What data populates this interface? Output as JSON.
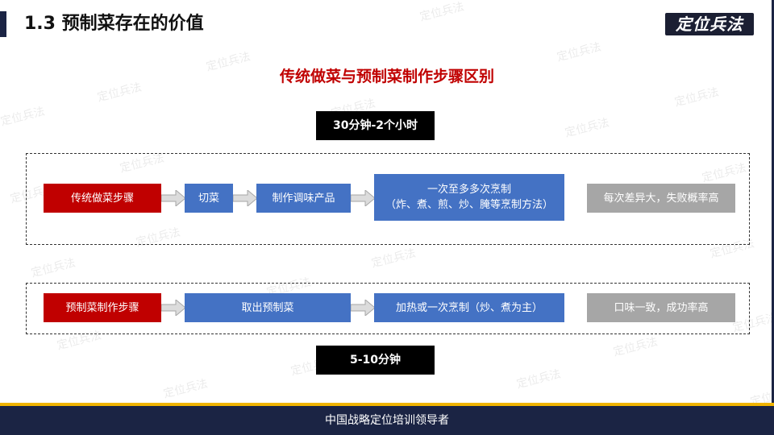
{
  "header": {
    "title": "1.3  预制菜存在的价值",
    "logo": "定位兵法"
  },
  "main_title": "传统做菜与预制菜制作步骤区别",
  "traditional": {
    "time": "30分钟-2个小时",
    "label": "传统做菜步骤",
    "steps": [
      "切菜",
      "制作调味产品",
      "一次至多多次烹制",
      "（炸、煮、煎、炒、腌等烹制方法）"
    ],
    "result": "每次差异大，失败概率高"
  },
  "prepared": {
    "time": "5-10分钟",
    "label": "预制菜制作步骤",
    "steps": [
      "取出预制菜",
      "加热或一次烹制（炒、煮为主）"
    ],
    "result": "口味一致，成功率高"
  },
  "watermark": "定位兵法",
  "footer": "中国战略定位培训领导者",
  "colors": {
    "red": "#c00000",
    "blue": "#4472c4",
    "grey": "#a6a6a6",
    "navy": "#1b2444",
    "gold": "#f0b400"
  }
}
